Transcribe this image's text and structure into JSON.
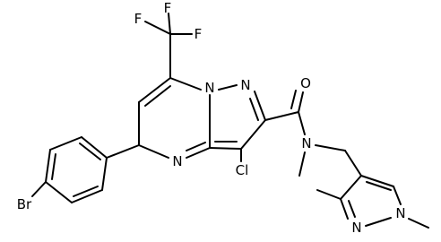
{
  "molecule": {
    "atoms": {
      "F1": "F",
      "F2": "F",
      "F3": "F",
      "N_bridge": "N",
      "N_pz2": "N",
      "N_pyr4": "N",
      "Cl": "Cl",
      "O": "O",
      "N_amide": "N",
      "Br": "Br",
      "N_pzb_a": "N",
      "N_pzb_b": "N"
    }
  }
}
